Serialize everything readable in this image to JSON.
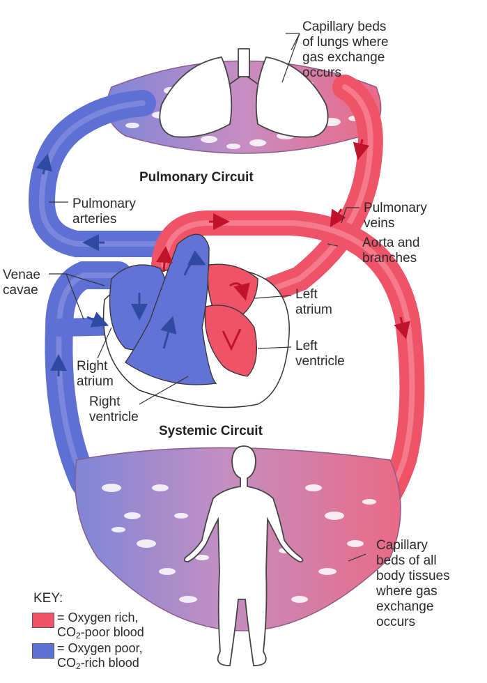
{
  "titles": {
    "pulmonary": "Pulmonary Circuit",
    "systemic": "Systemic Circuit"
  },
  "labels": {
    "capillary_lungs": [
      "Capillary beds",
      "of lungs where",
      "gas exchange",
      "occurs"
    ],
    "pulmonary_arteries": [
      "Pulmonary",
      "arteries"
    ],
    "pulmonary_veins": [
      "Pulmonary",
      "veins"
    ],
    "aorta": [
      "Aorta and",
      "branches"
    ],
    "venae_cavae": [
      "Venae",
      "cavae"
    ],
    "left_atrium": [
      "Left",
      "atrium"
    ],
    "left_ventricle": [
      "Left",
      "ventricle"
    ],
    "right_atrium": [
      "Right",
      "atrium"
    ],
    "right_ventricle": [
      "Right",
      "ventricle"
    ],
    "capillary_body": [
      "Capillary",
      "beds of all",
      "body tissues",
      "where gas",
      "exchange",
      "occurs"
    ]
  },
  "key": {
    "heading": "KEY:",
    "rich_1": "= Oxygen rich,",
    "rich_2_pre": "CO",
    "rich_2_sub": "2",
    "rich_2_post": "-poor blood",
    "poor_1": "= Oxygen poor,",
    "poor_2_pre": "CO",
    "poor_2_sub": "2",
    "poor_2_post": "-rich blood"
  },
  "colors": {
    "oxygen_rich": "#ef5368",
    "oxygen_poor": "#5f70d4",
    "capillary_mix": "#c88bc2"
  }
}
